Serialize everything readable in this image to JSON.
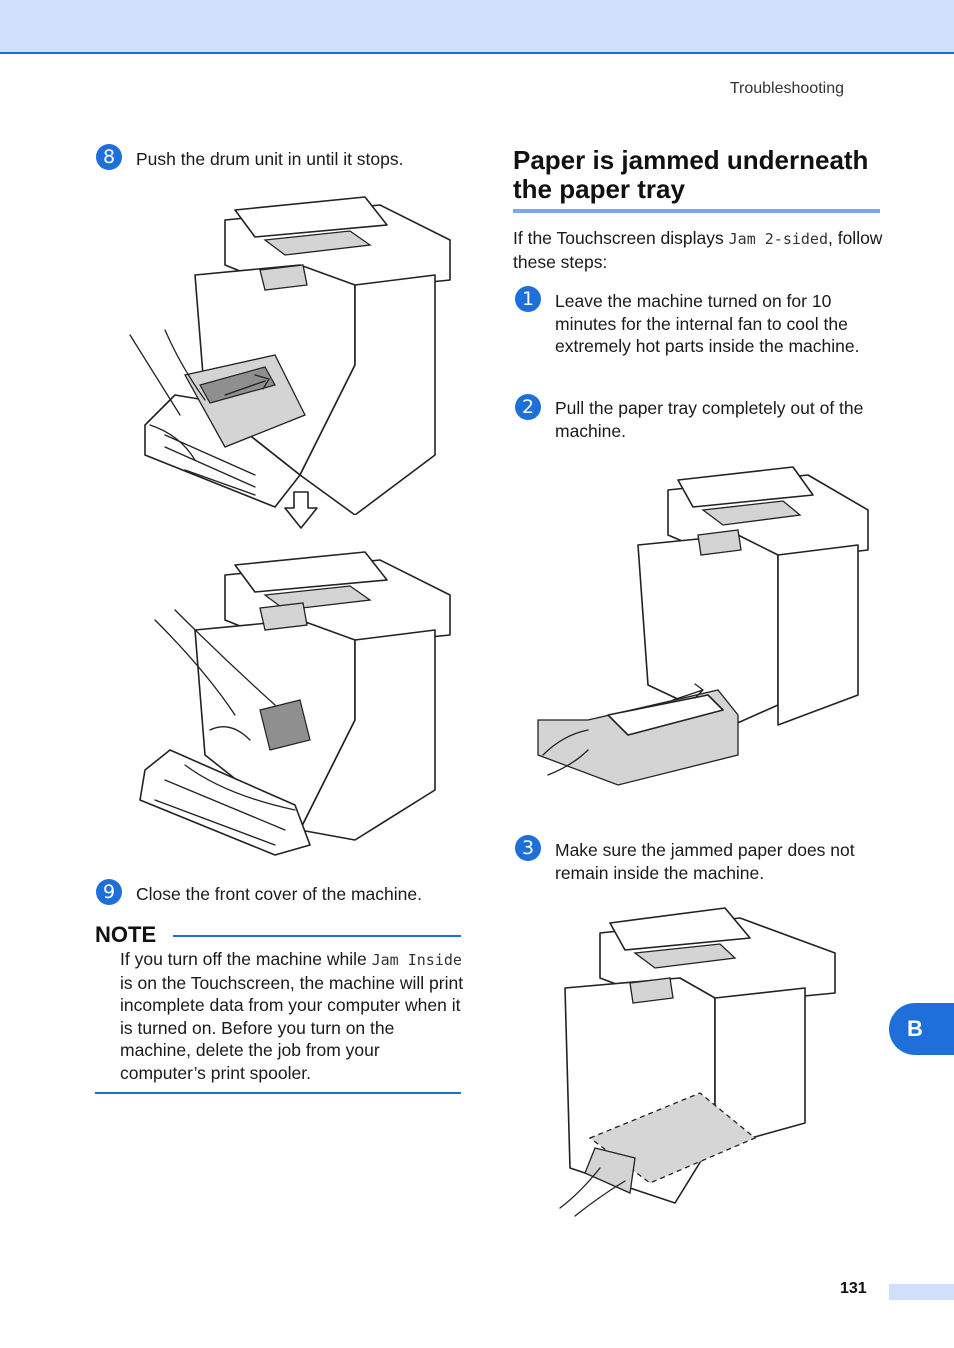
{
  "header": {
    "running_title": "Troubleshooting"
  },
  "left": {
    "step8": {
      "num": "8",
      "text": "Push the drum unit in until it stops."
    },
    "step9": {
      "num": "9",
      "text": "Close the front cover of the machine."
    },
    "note": {
      "title": "NOTE",
      "t1": "If you turn off the machine while ",
      "code": "Jam Inside",
      "t2": " is on the Touchscreen, the machine will print incomplete data from your computer when it is turned on. Before you turn on the machine, delete the job from your computer’s print spooler."
    }
  },
  "right": {
    "heading": "Paper is jammed underneath the paper tray",
    "intro_a": "If the Touchscreen displays ",
    "intro_code": "Jam 2-sided",
    "intro_b": ", follow these steps:",
    "step1": {
      "num": "1",
      "text": "Leave the machine turned on for 10 minutes for the internal fan to cool the extremely hot parts inside the machine."
    },
    "step2": {
      "num": "2",
      "text": "Pull the paper tray completely out of the machine."
    },
    "step3": {
      "num": "3",
      "text": "Make sure the jammed paper does not remain inside the machine."
    }
  },
  "side_tab": "B",
  "page_number": "131",
  "colors": {
    "accent": "#1e6fd9",
    "header_bar": "#cfe0fb"
  }
}
